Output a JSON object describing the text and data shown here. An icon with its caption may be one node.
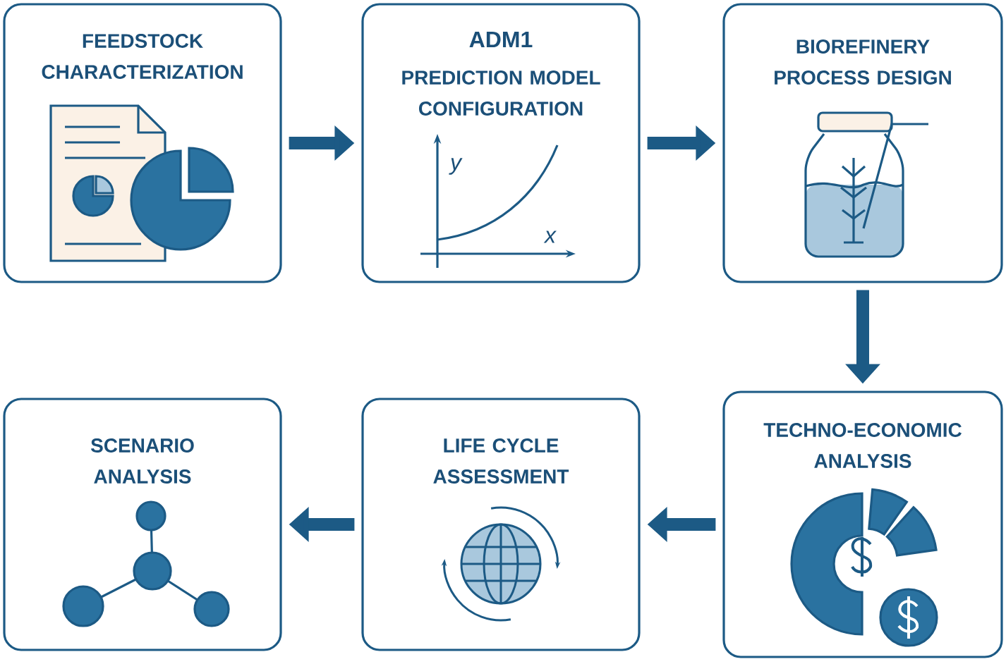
{
  "diagram": {
    "nodes": [
      {
        "text": [
          "FEEDSTOCK CHARACTERIZATION"
        ]
      },
      {
        "text": [
          "ADM1",
          "PREDICTION MODEL CONFIGURATION"
        ]
      },
      {
        "text": [
          "BIOREFINERY PROCESS DESIGN"
        ]
      },
      {
        "text": [
          "TECHNO-ECONOMIC ANALYSIS"
        ]
      },
      {
        "text": [
          "LIFE CYCLE ASSESSMENT"
        ]
      },
      {
        "text": [
          "SCENARIO ANALYSIS"
        ]
      }
    ],
    "edges": [
      {
        "from": 0,
        "to": 1,
        "arrow": "to"
      },
      {
        "from": 1,
        "to": 2,
        "arrow": "to"
      },
      {
        "from": 2,
        "to": 3,
        "arrow": "to"
      },
      {
        "from": 3,
        "to": 4,
        "arrow": "to"
      },
      {
        "from": 4,
        "to": 5,
        "arrow": "to"
      }
    ],
    "labels": [
      "y",
      "x"
    ]
  }
}
